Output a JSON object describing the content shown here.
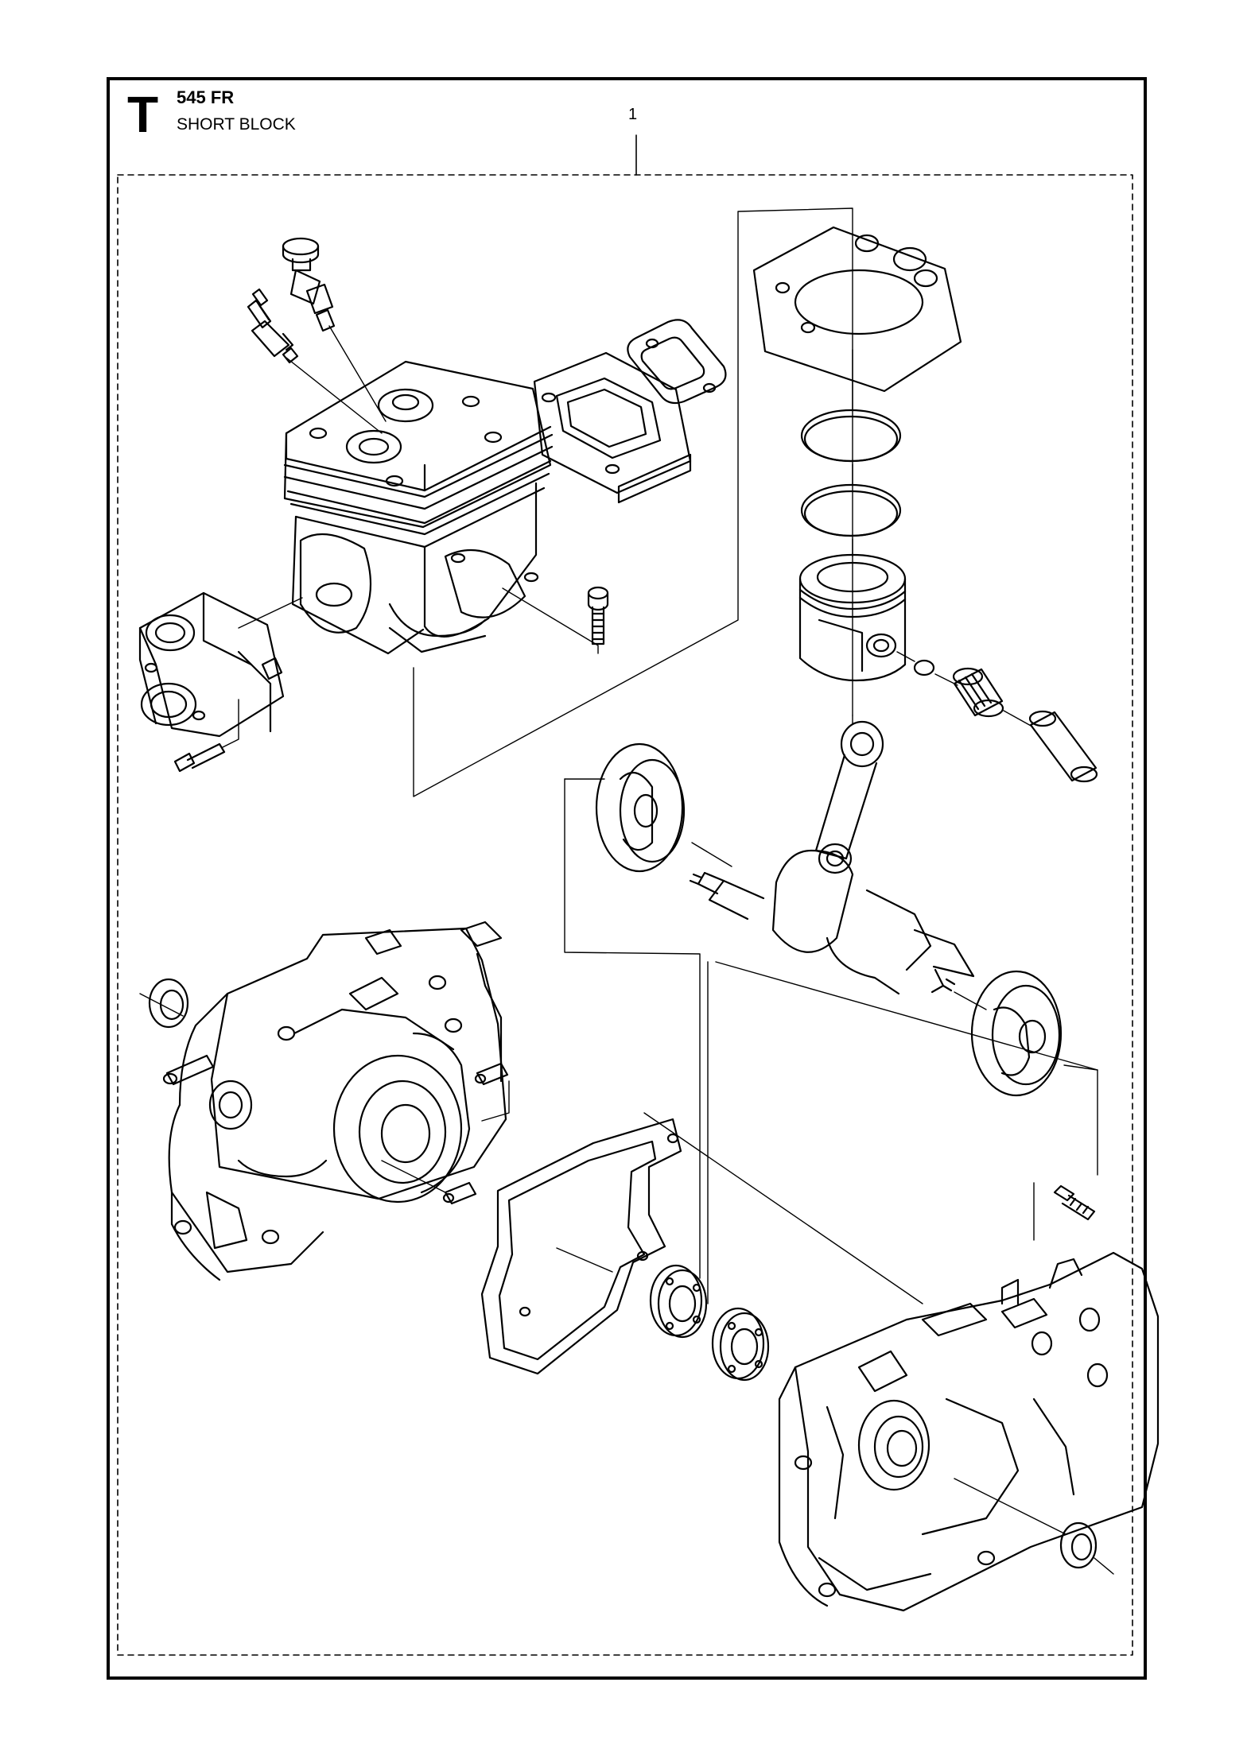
{
  "header": {
    "section_letter": "T",
    "model": "545 FR",
    "assembly": "SHORT BLOCK"
  },
  "callouts": [
    "1"
  ]
}
